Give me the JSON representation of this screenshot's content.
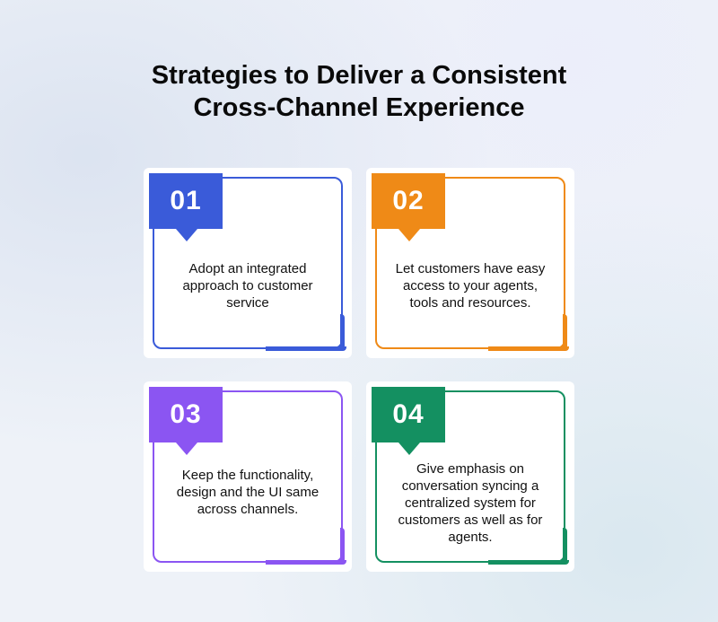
{
  "title": {
    "line1": "Strategies to Deliver a Consistent",
    "line2": "Cross-Channel Experience"
  },
  "colors": {
    "card1": "#3a5bd9",
    "card2": "#ef8a17",
    "card3": "#8b55f2",
    "card4": "#149061"
  },
  "cards": [
    {
      "number": "01",
      "lines": [
        "Adopt an integrated",
        "approach to customer",
        "service"
      ]
    },
    {
      "number": "02",
      "lines": [
        "Let customers have easy",
        "access to your agents,",
        "tools and resources."
      ]
    },
    {
      "number": "03",
      "lines": [
        "Keep the functionality,",
        "design and the UI same",
        "across channels."
      ]
    },
    {
      "number": "04",
      "lines": [
        "Give emphasis on",
        "conversation syncing a",
        "centralized system for",
        "customers as well as for",
        "agents."
      ]
    }
  ]
}
